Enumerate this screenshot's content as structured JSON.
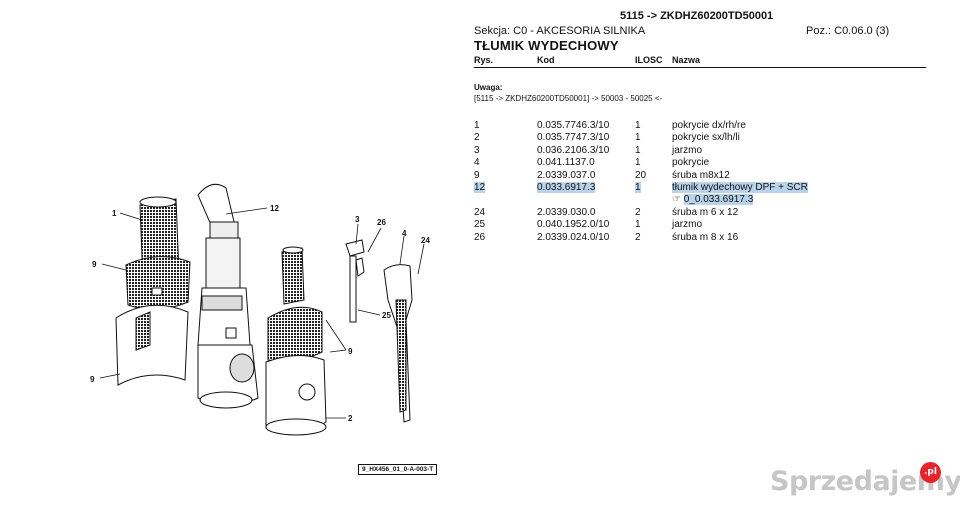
{
  "header": {
    "title": "5115 -> ZKDHZ60200TD50001",
    "section": "Sekcja: C0 - AKCESORIA SILNIKA",
    "position": "Poz.: C0.06.0 (3)",
    "part_title": "TŁUMIK WYDECHOWY"
  },
  "table": {
    "columns": [
      "Rys.",
      "Kod",
      "ILOSC",
      "Nazwa"
    ],
    "note_title": "Uwaga:",
    "note_path": "[5115 -> ZKDHZ60200TD50001] -> 50003 - 50025 <-",
    "rows": [
      {
        "rys": "1",
        "kod": "0.035.7746.3/10",
        "ilosc": "1",
        "nazwa": "pokrycie dx/rh/re"
      },
      {
        "rys": "2",
        "kod": "0.035.7747.3/10",
        "ilosc": "1",
        "nazwa": "pokrycie sx/lh/li"
      },
      {
        "rys": "3",
        "kod": "0.036.2106.3/10",
        "ilosc": "1",
        "nazwa": "jarzmo"
      },
      {
        "rys": "4",
        "kod": "0.041.1137.0",
        "ilosc": "1",
        "nazwa": "pokrycie"
      },
      {
        "rys": "9",
        "kod": "2.0339.037.0",
        "ilosc": "20",
        "nazwa": "śruba m8x12"
      },
      {
        "rys": "12",
        "kod": "0.033.6917.3",
        "ilosc": "1",
        "nazwa": "tłumik wydechowy DPF + SCR"
      },
      {
        "rys": "24",
        "kod": "2.0339.030.0",
        "ilosc": "2",
        "nazwa": "śruba m 6 x 12"
      },
      {
        "rys": "25",
        "kod": "0.040.1952.0/10",
        "ilosc": "1",
        "nazwa": "jarzmo"
      },
      {
        "rys": "26",
        "kod": "2.0339.024.0/10",
        "ilosc": "2",
        "nazwa": "śruba m 8 x 16"
      }
    ],
    "sub_reference": "0_0.033.6917.3",
    "sub_icon": "pointing-hand-icon",
    "selected_rys": "12"
  },
  "diagram": {
    "callouts": [
      "1",
      "9",
      "9",
      "12",
      "3",
      "26",
      "4",
      "24",
      "25",
      "9",
      "2"
    ],
    "code": "9_HX456_01_0-A-003-T"
  },
  "watermark": {
    "text": "Sprzedajemy",
    "badge": ".pl"
  },
  "colors": {
    "selection": "#b9d3ea",
    "watermark": "#c6c6c6",
    "badge": "#e6252b"
  }
}
